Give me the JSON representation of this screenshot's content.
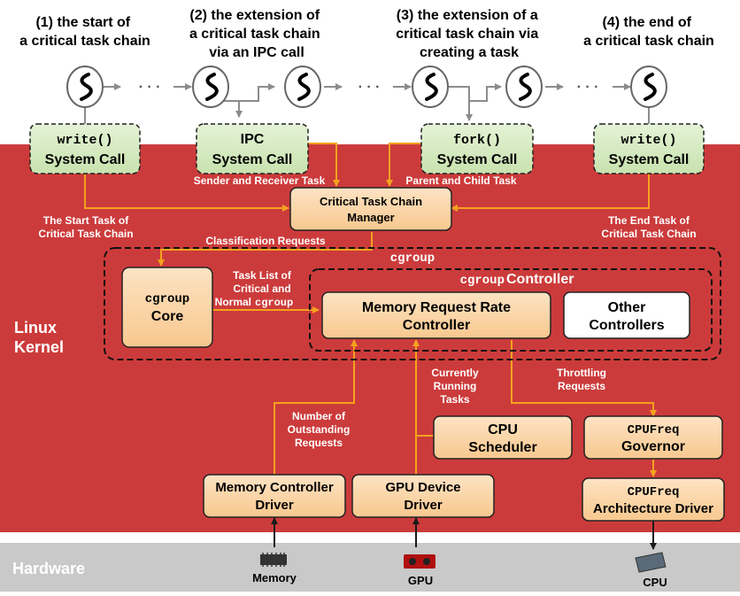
{
  "stages": [
    {
      "line1": "(1)  the start of",
      "line2": "a critical task chain",
      "line3": ""
    },
    {
      "line1": "(2) the extension of",
      "line2": "a critical task chain",
      "line3": "via an IPC call"
    },
    {
      "line1": "(3) the extension of a",
      "line2": "critical task chain via",
      "line3": "creating a task"
    },
    {
      "line1": "(4) the end of",
      "line2": "a critical task chain",
      "line3": ""
    }
  ],
  "ellipsis": "· · ·",
  "layers": {
    "kernel_line1": "Linux",
    "kernel_line2": "Kernel",
    "hardware": "Hardware"
  },
  "syscalls": [
    {
      "code": "write()",
      "label": "System Call"
    },
    {
      "code": "",
      "label_top": "IPC",
      "label": "System Call"
    },
    {
      "code": "fork()",
      "label": "System Call"
    },
    {
      "code": "write()",
      "label": "System Call"
    }
  ],
  "edge_labels": {
    "sender_receiver": "Sender and Receiver Task",
    "parent_child": "Parent and Child Task",
    "start_task_1": "The Start Task of",
    "start_task_2": "Critical Task Chain",
    "end_task_1": "The End Task of",
    "end_task_2": "Critical Task Chain",
    "classification": "Classification Requests",
    "task_list_1": "Task List of",
    "task_list_2": "Critical and",
    "task_list_3": "Normal",
    "task_list_code": "cgroup",
    "running_1": "Currently",
    "running_2": "Running",
    "running_3": "Tasks",
    "throttle_1": "Throttling",
    "throttle_2": "Requests",
    "outstanding_1": "Number of",
    "outstanding_2": "Outstanding",
    "outstanding_3": "Requests"
  },
  "manager": {
    "line1": "Critical Task Chain",
    "line2": "Manager"
  },
  "cgroup": {
    "title": "cgroup",
    "core_code": "cgroup",
    "core_label": "Core",
    "controller_code": "cgroup",
    "controller_label": "Controller",
    "mrr_line1": "Memory Request Rate",
    "mrr_line2": "Controller",
    "other_line1": "Other",
    "other_line2": "Controllers"
  },
  "drivers": {
    "cpu_sched_1": "CPU",
    "cpu_sched_2": "Scheduler",
    "governor_code": "CPUFreq",
    "governor_label": "Governor",
    "arch_code": "CPUFreq",
    "arch_label": "Architecture Driver",
    "memctl_1": "Memory Controller",
    "memctl_2": "Driver",
    "gpu_1": "GPU Device",
    "gpu_2": "Driver"
  },
  "hardware_items": {
    "memory": "Memory",
    "gpu": "GPU",
    "cpu": "CPU"
  },
  "colors": {
    "kernel_bg": "#cc3b3b",
    "hardware_bg": "#c9c9c9",
    "box_fill": "#fbd5a8",
    "syscall_fill": "#d6ebc2",
    "orange_line": "#f5a21e"
  }
}
